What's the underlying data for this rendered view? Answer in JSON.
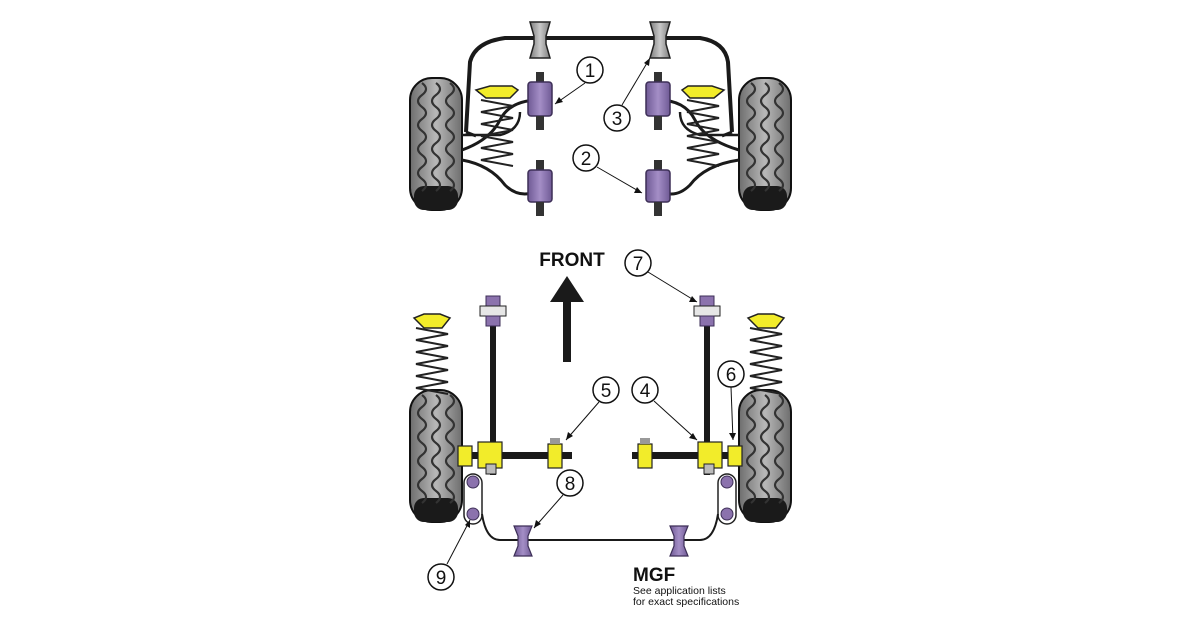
{
  "front_label": "FRONT",
  "model": "MGF",
  "note_lines": [
    "See application lists",
    "for exact specifications"
  ],
  "callouts": [
    "1",
    "2",
    "3",
    "4",
    "5",
    "6",
    "7",
    "8",
    "9"
  ],
  "colors": {
    "bush_purple": "#8b72ad",
    "bush_purple_dark": "#5d4a80",
    "yellow": "#f2ec2a",
    "tyre": "#9a9a9a",
    "tyre_dark": "#1a1a1a",
    "bar": "#1a1a1a"
  }
}
